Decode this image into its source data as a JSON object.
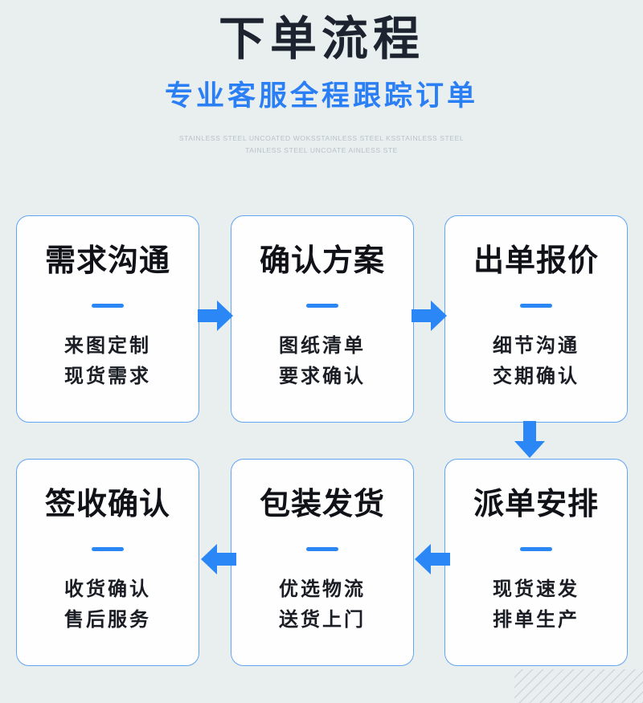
{
  "header": {
    "title": "下单流程",
    "subtitle": "专业客服全程跟踪订单",
    "eng_line_1": "STAINLESS STEEL UNCOATED WOKSSTAINLESS STEEL KSSTAINLESS STEEL",
    "eng_line_2": "TAINLESS STEEL UNCOATE AINLESS STE"
  },
  "colors": {
    "background": "#e9eeee",
    "accent_blue": "#2b87f5",
    "card_border": "#61a5f2",
    "title_dark": "#1d2430",
    "eng_text": "#b9c2c6"
  },
  "flow": {
    "row1": [
      {
        "title": "需求沟通",
        "line1": "来图定制",
        "line2": "现货需求"
      },
      {
        "title": "确认方案",
        "line1": "图纸清单",
        "line2": "要求确认"
      },
      {
        "title": "出单报价",
        "line1": "细节沟通",
        "line2": "交期确认"
      }
    ],
    "row2": [
      {
        "title": "签收确认",
        "line1": "收货确认",
        "line2": "售后服务"
      },
      {
        "title": "包装发货",
        "line1": "优选物流",
        "line2": "送货上门"
      },
      {
        "title": "派单安排",
        "line1": "现货速发",
        "line2": "排单生产"
      }
    ],
    "arrows": [
      {
        "name": "arrow-right-step1-to-step2",
        "direction": "right"
      },
      {
        "name": "arrow-right-step2-to-step3",
        "direction": "right"
      },
      {
        "name": "arrow-down-step3-to-step4",
        "direction": "down"
      },
      {
        "name": "arrow-left-step5-to-step6",
        "direction": "left"
      },
      {
        "name": "arrow-left-step4-to-step5",
        "direction": "left"
      }
    ]
  }
}
